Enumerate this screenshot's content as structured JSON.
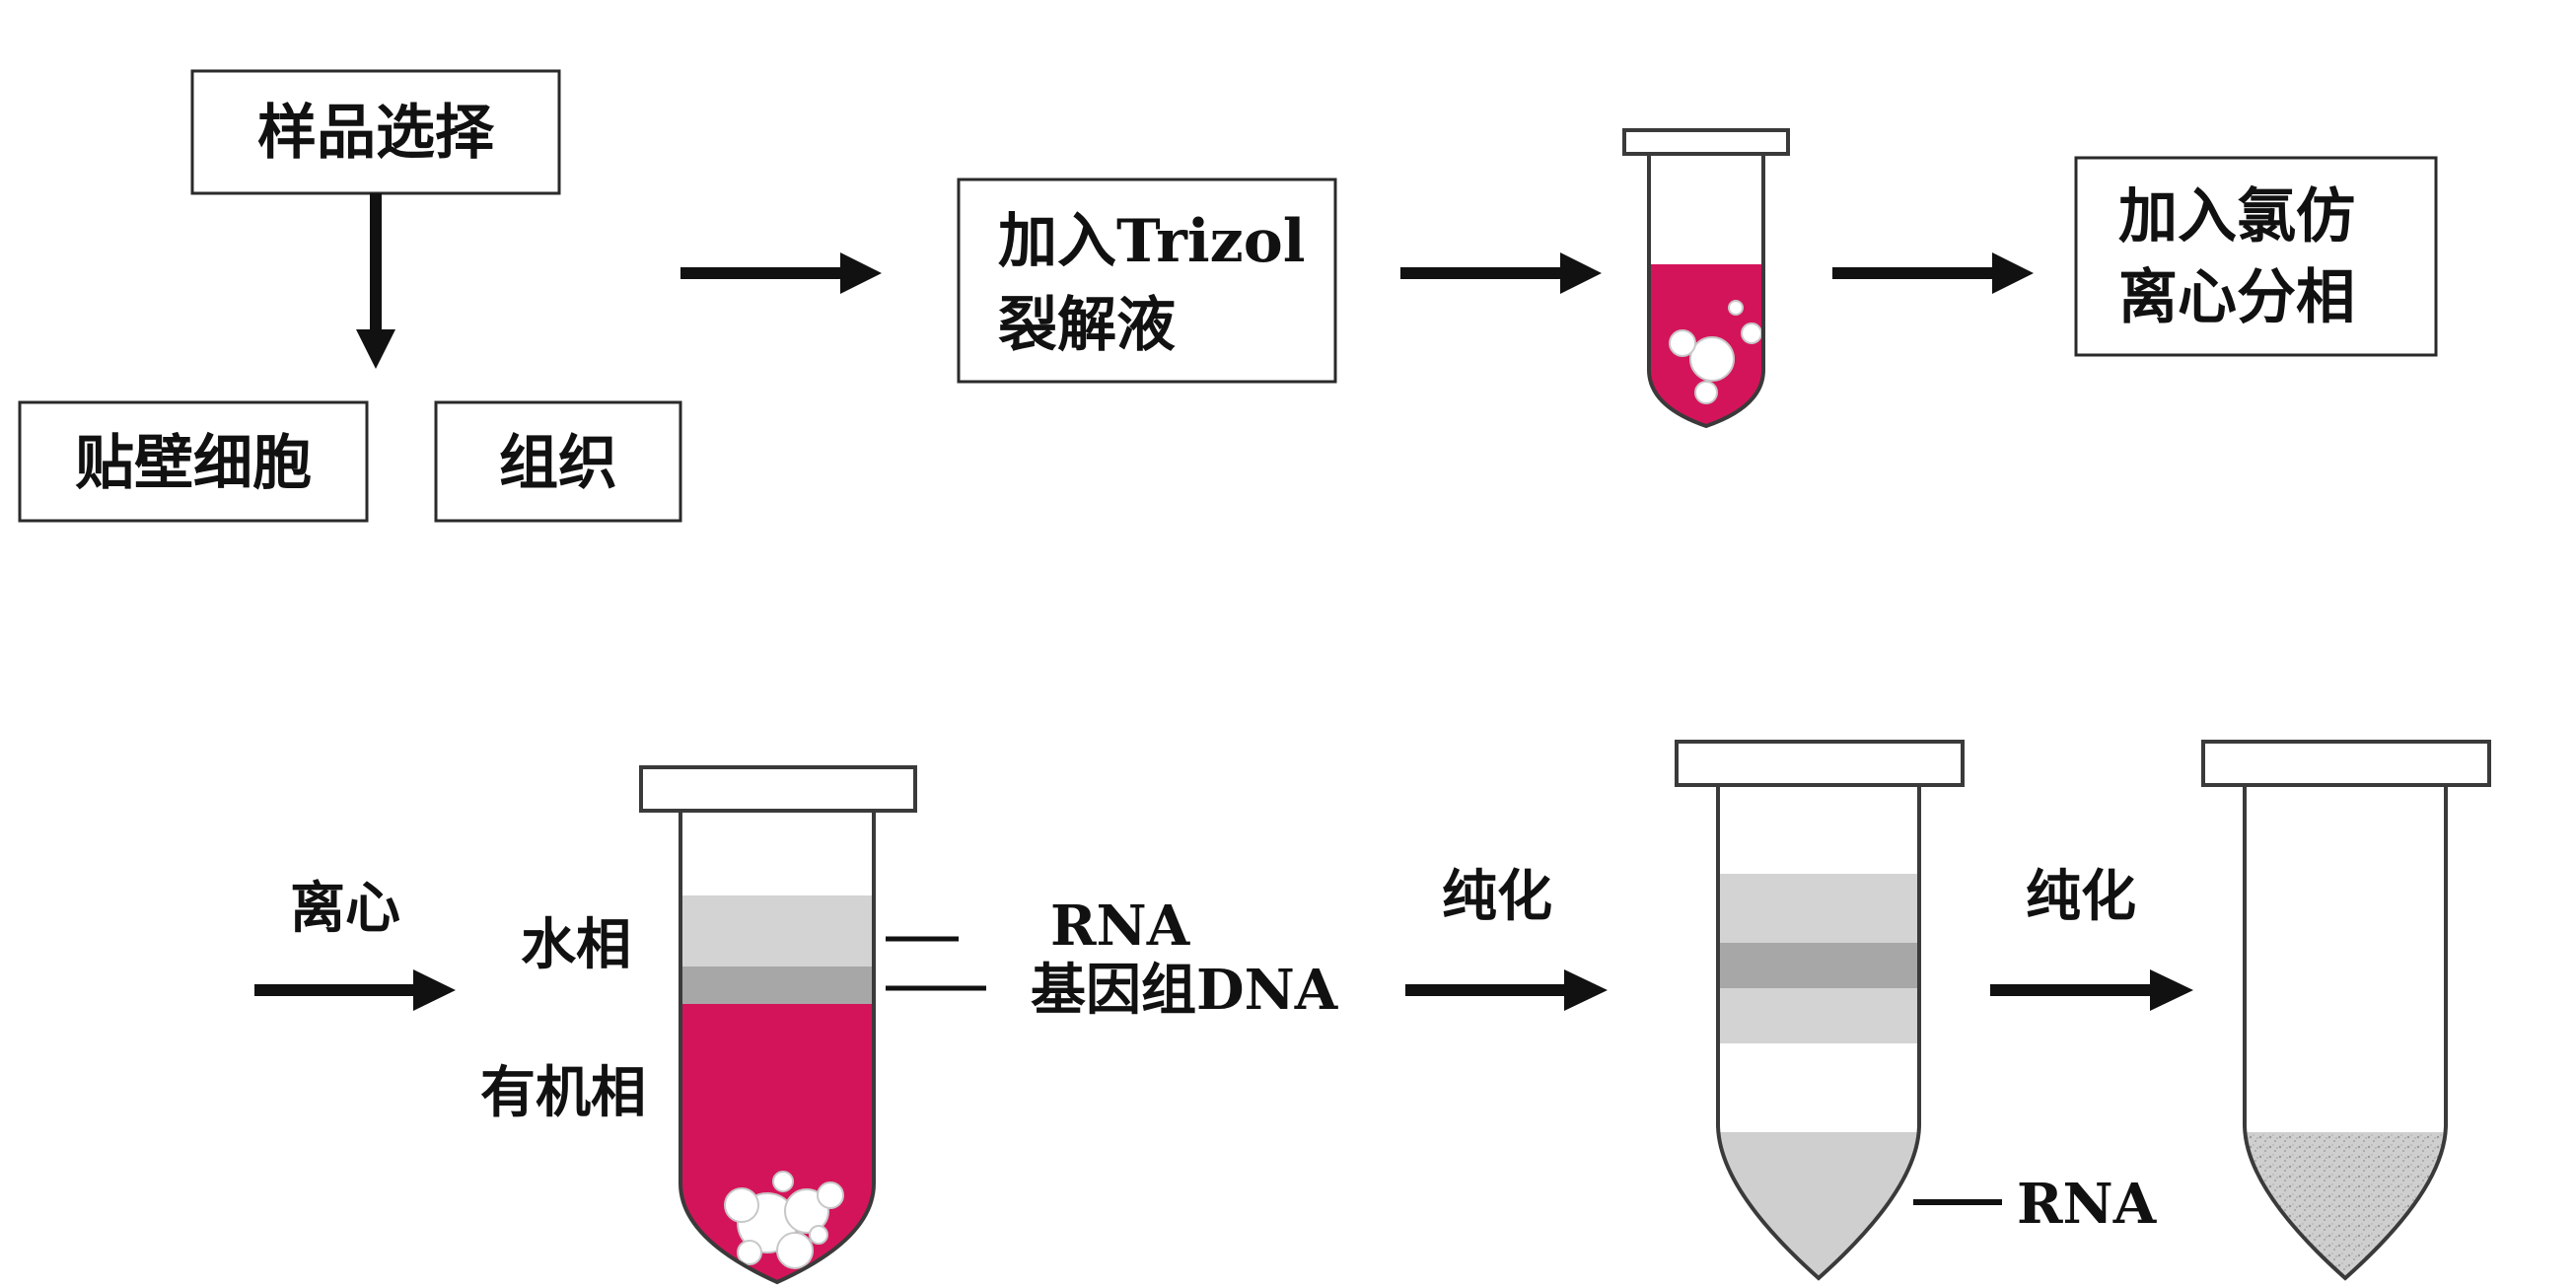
{
  "boxes": {
    "sample_select": "样品选择",
    "adherent_cells": "贴壁细胞",
    "tissue": "组织",
    "trizol_line1": "加入Trizol",
    "trizol_line2": "裂解液",
    "chloroform_line1": "加入氯仿",
    "chloroform_line2": "离心分相"
  },
  "labels": {
    "centrifuge": "离心",
    "aqueous_phase": "水相",
    "organic_phase": "有机相",
    "rna_top": "RNA",
    "genomic_dna": "基因组DNA",
    "purify_1": "纯化",
    "purify_2": "纯化",
    "rna_bottom": "RNA"
  },
  "colors": {
    "lysate": "#d4145a",
    "aqueous": "#d3d3d3",
    "interphase": "#a7a7a7",
    "rna_pellet": "#cfcfcf",
    "arrow": "#111111"
  }
}
